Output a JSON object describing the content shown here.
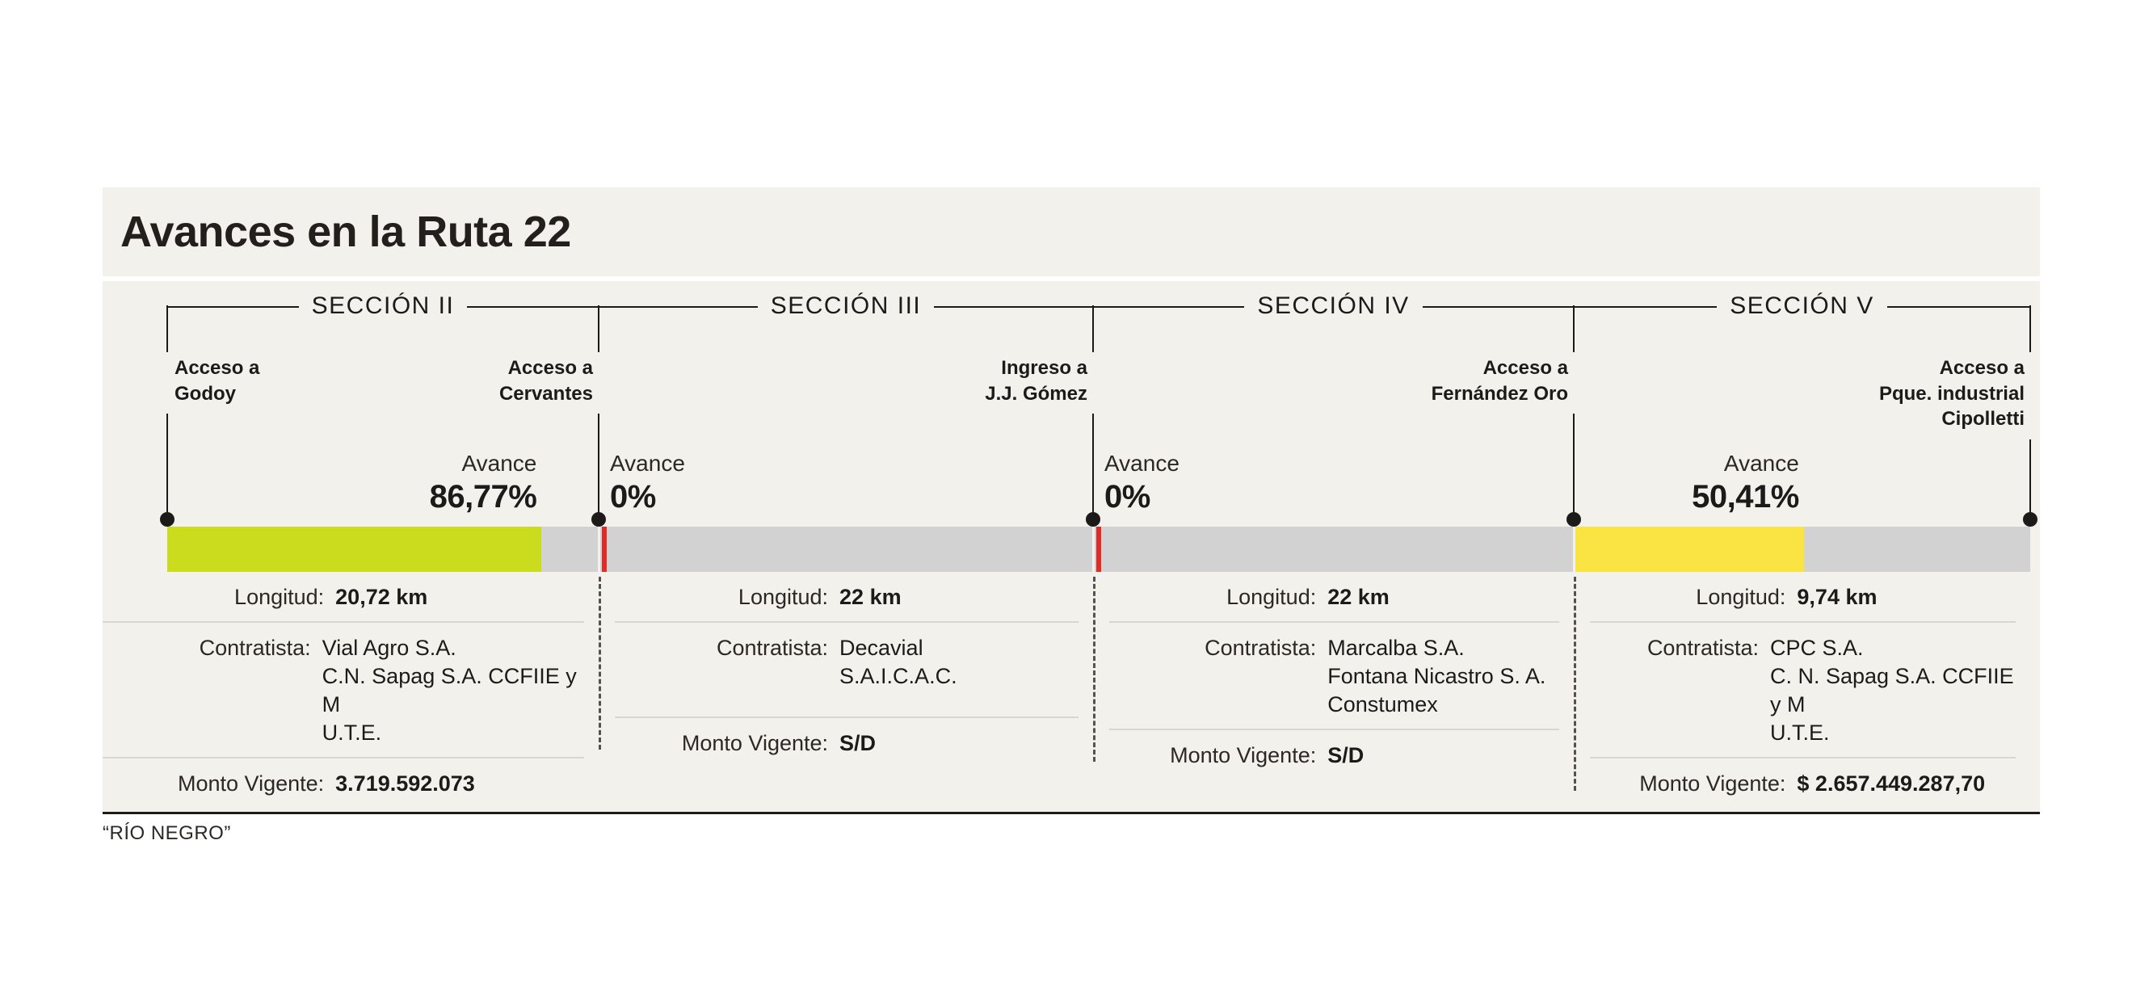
{
  "header": {
    "title": "Avances en la Ruta 22"
  },
  "credit": "“RÍO NEGRO”",
  "colors": {
    "panel_bg": "#f2f1ec",
    "ink": "#1d1b19",
    "track": "#d2d2d2",
    "section2_fill": "#cbdb1e",
    "section5_fill": "#fae443",
    "red_marker": "#e22a26"
  },
  "sections": [
    {
      "name": "SECCIÓN II",
      "avance_label": "Avance",
      "avance_value": "86,77%",
      "avance_pct": 86.77,
      "fill_color": "#cbdb1e",
      "red_marker": false,
      "rows": [
        {
          "key": "Longitud:",
          "value": "20,72 km",
          "bold": true
        },
        {
          "key": "Contratista:",
          "value": "Vial Agro S.A.\nC.N. Sapag S.A. CCFIIE y M\nU.T.E.",
          "bold": false
        },
        {
          "key": "Monto Vigente:",
          "value": "3.719.592.073",
          "bold": true
        }
      ]
    },
    {
      "name": "SECCIÓN III",
      "avance_label": "Avance",
      "avance_value": "0%",
      "avance_pct": 0,
      "fill_color": "#cbdb1e",
      "red_marker": true,
      "rows": [
        {
          "key": "Longitud:",
          "value": "22 km",
          "bold": true
        },
        {
          "key": "Contratista:",
          "value": "Decavial\nS.A.I.C.A.C.",
          "bold": false
        },
        {
          "key": "Monto Vigente:",
          "value": "S/D",
          "bold": true
        }
      ]
    },
    {
      "name": "SECCIÓN IV",
      "avance_label": "Avance",
      "avance_value": "0%",
      "avance_pct": 0,
      "fill_color": "#cbdb1e",
      "red_marker": true,
      "rows": [
        {
          "key": "Longitud:",
          "value": "22 km",
          "bold": true
        },
        {
          "key": "Contratista:",
          "value": "Marcalba S.A.\nFontana Nicastro S. A.\nConstumex",
          "bold": false
        },
        {
          "key": "Monto Vigente:",
          "value": "S/D",
          "bold": true
        }
      ]
    },
    {
      "name": "SECCIÓN V",
      "avance_label": "Avance",
      "avance_value": "50,41%",
      "avance_pct": 50.41,
      "fill_color": "#fae443",
      "red_marker": false,
      "rows": [
        {
          "key": "Longitud:",
          "value": "9,74 km",
          "bold": true
        },
        {
          "key": "Contratista:",
          "value": "CPC S.A.\nC. N. Sapag S.A. CCFIIE y M\nU.T.E.",
          "bold": false
        },
        {
          "key": "Monto Vigente:",
          "value": "$ 2.657.449.287,70",
          "bold": true
        }
      ]
    }
  ],
  "nodes": [
    {
      "label": "Acceso a\nGodoy",
      "align": "left"
    },
    {
      "label": "Acceso a\nCervantes",
      "align": "right"
    },
    {
      "label": "Ingreso a\nJ.J. Gómez",
      "align": "right"
    },
    {
      "label": "Acceso a\nFernández Oro",
      "align": "right"
    },
    {
      "label": "Acceso a\nPque. industrial\nCipolletti",
      "align": "right"
    }
  ],
  "chart_data": {
    "type": "bar",
    "title": "Avances en la Ruta 22",
    "categories": [
      "SECCIÓN II",
      "SECCIÓN III",
      "SECCIÓN IV",
      "SECCIÓN V"
    ],
    "values": [
      86.77,
      0,
      0,
      50.41
    ],
    "value_labels": [
      "86,77%",
      "0%",
      "0%",
      "50,41%"
    ],
    "ylabel": "Avance (%)",
    "xlabel": "",
    "ylim": [
      0,
      100
    ],
    "segment_lengths_km": [
      20.72,
      22,
      22,
      9.74
    ],
    "segment_length_labels": [
      "20,72 km",
      "22 km",
      "22 km",
      "9,74 km"
    ],
    "contractors": [
      "Vial Agro S.A. / C.N. Sapag S.A. CCFIIE y M U.T.E.",
      "Decavial S.A.I.C.A.C.",
      "Marcalba S.A. / Fontana Nicastro S. A. / Constumex",
      "CPC S.A. / C. N. Sapag S.A. CCFIIE y M U.T.E."
    ],
    "amounts": [
      "3.719.592.073",
      "S/D",
      "S/D",
      "$ 2.657.449.287,70"
    ],
    "endpoints": [
      "Acceso a Godoy",
      "Acceso a Cervantes",
      "Ingreso a J.J. Gómez",
      "Acceso a Fernández Oro",
      "Acceso a Pque. industrial Cipolletti"
    ],
    "grid": false,
    "legend": "none"
  }
}
